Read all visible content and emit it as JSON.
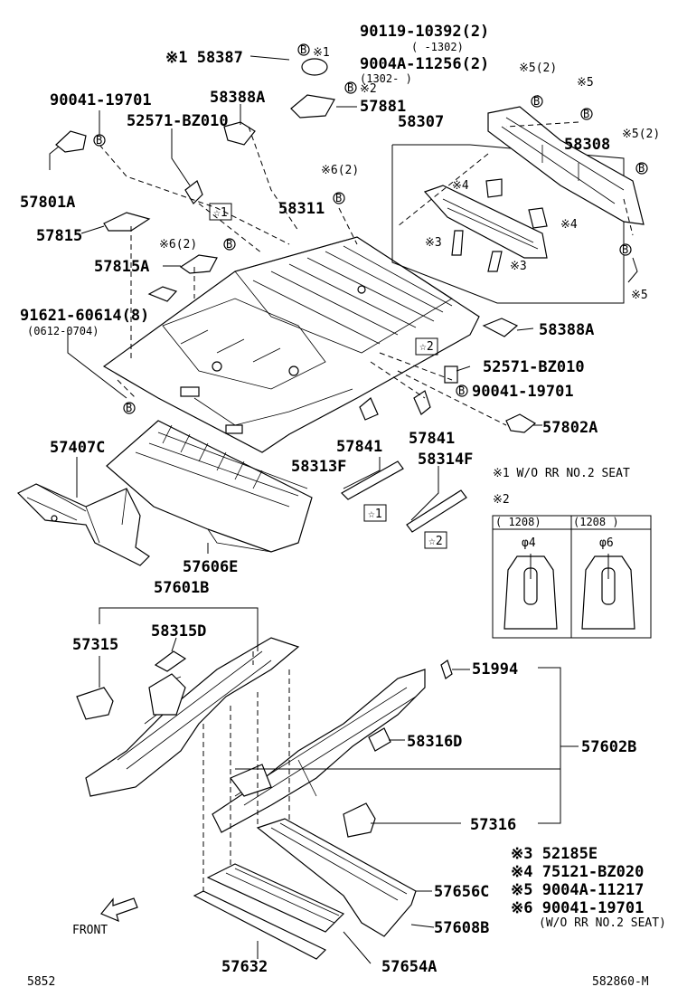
{
  "diagram": {
    "labels": {
      "p90119": "90119-10392(2)",
      "p90119_range": "(     -1302)",
      "p9004a": "9004A-11256(2)",
      "p9004a_range": "(1302-     )",
      "p58387": "※1 58387",
      "x1_b": "※1",
      "x2_b": "※2",
      "p57881": "57881",
      "p90041_top": "90041-19701",
      "p58388a_top": "58388A",
      "p52571_top": "52571-BZ010",
      "p58307": "58307",
      "x5_2_a": "※5(2)",
      "x5_a": "※5",
      "p58308": "58308",
      "x5_2_b": "※5(2)",
      "p57801a": "57801A",
      "x6_2_a": "※6(2)",
      "x4_a": "※4",
      "p58311": "58311",
      "star1_a": "☆1",
      "p57815": "57815",
      "x6_2_b": "※6(2)",
      "x3_a": "※3",
      "x4_b": "※4",
      "x3_b": "※3",
      "x5_b": "※5",
      "p57815a": "57815A",
      "p91621": "91621-60614(8)",
      "p91621_range": "(0612-0704)",
      "p58388a_right": "58388A",
      "star2_a": "☆2",
      "p52571_right": "52571-BZ010",
      "p90041_right": "90041-19701",
      "p57802a": "57802A",
      "p57407c": "57407C",
      "p57841_a": "57841",
      "p57841_b": "57841",
      "p58313f": "58313F",
      "p58314f": "58314F",
      "note1": "※1 W/O RR NO.2 SEAT",
      "star1_b": "☆1",
      "star2_b": "☆2",
      "p57606e": "57606E",
      "x2_box": "※2",
      "box_col1": "(     1208)",
      "box_col2": "(1208     )",
      "phi4": "φ4",
      "phi6": "φ6",
      "p57601b": "57601B",
      "p57315": "57315",
      "p58315d": "58315D",
      "p51994": "51994",
      "p58316d": "58316D",
      "p57602b": "57602B",
      "p57316": "57316",
      "legend3": "※3 52185E",
      "legend4": "※4 75121-BZ020",
      "legend5": "※5 9004A-11217",
      "legend6": "※6 90041-19701",
      "legend6b": "(W/O RR NO.2 SEAT)",
      "p57656c": "57656C",
      "front": "FRONT",
      "p57608b": "57608B",
      "p57632": "57632",
      "p57654a": "57654A",
      "footer_left": "5852",
      "footer_right": "582860-M"
    },
    "bolt_marker": "B"
  }
}
